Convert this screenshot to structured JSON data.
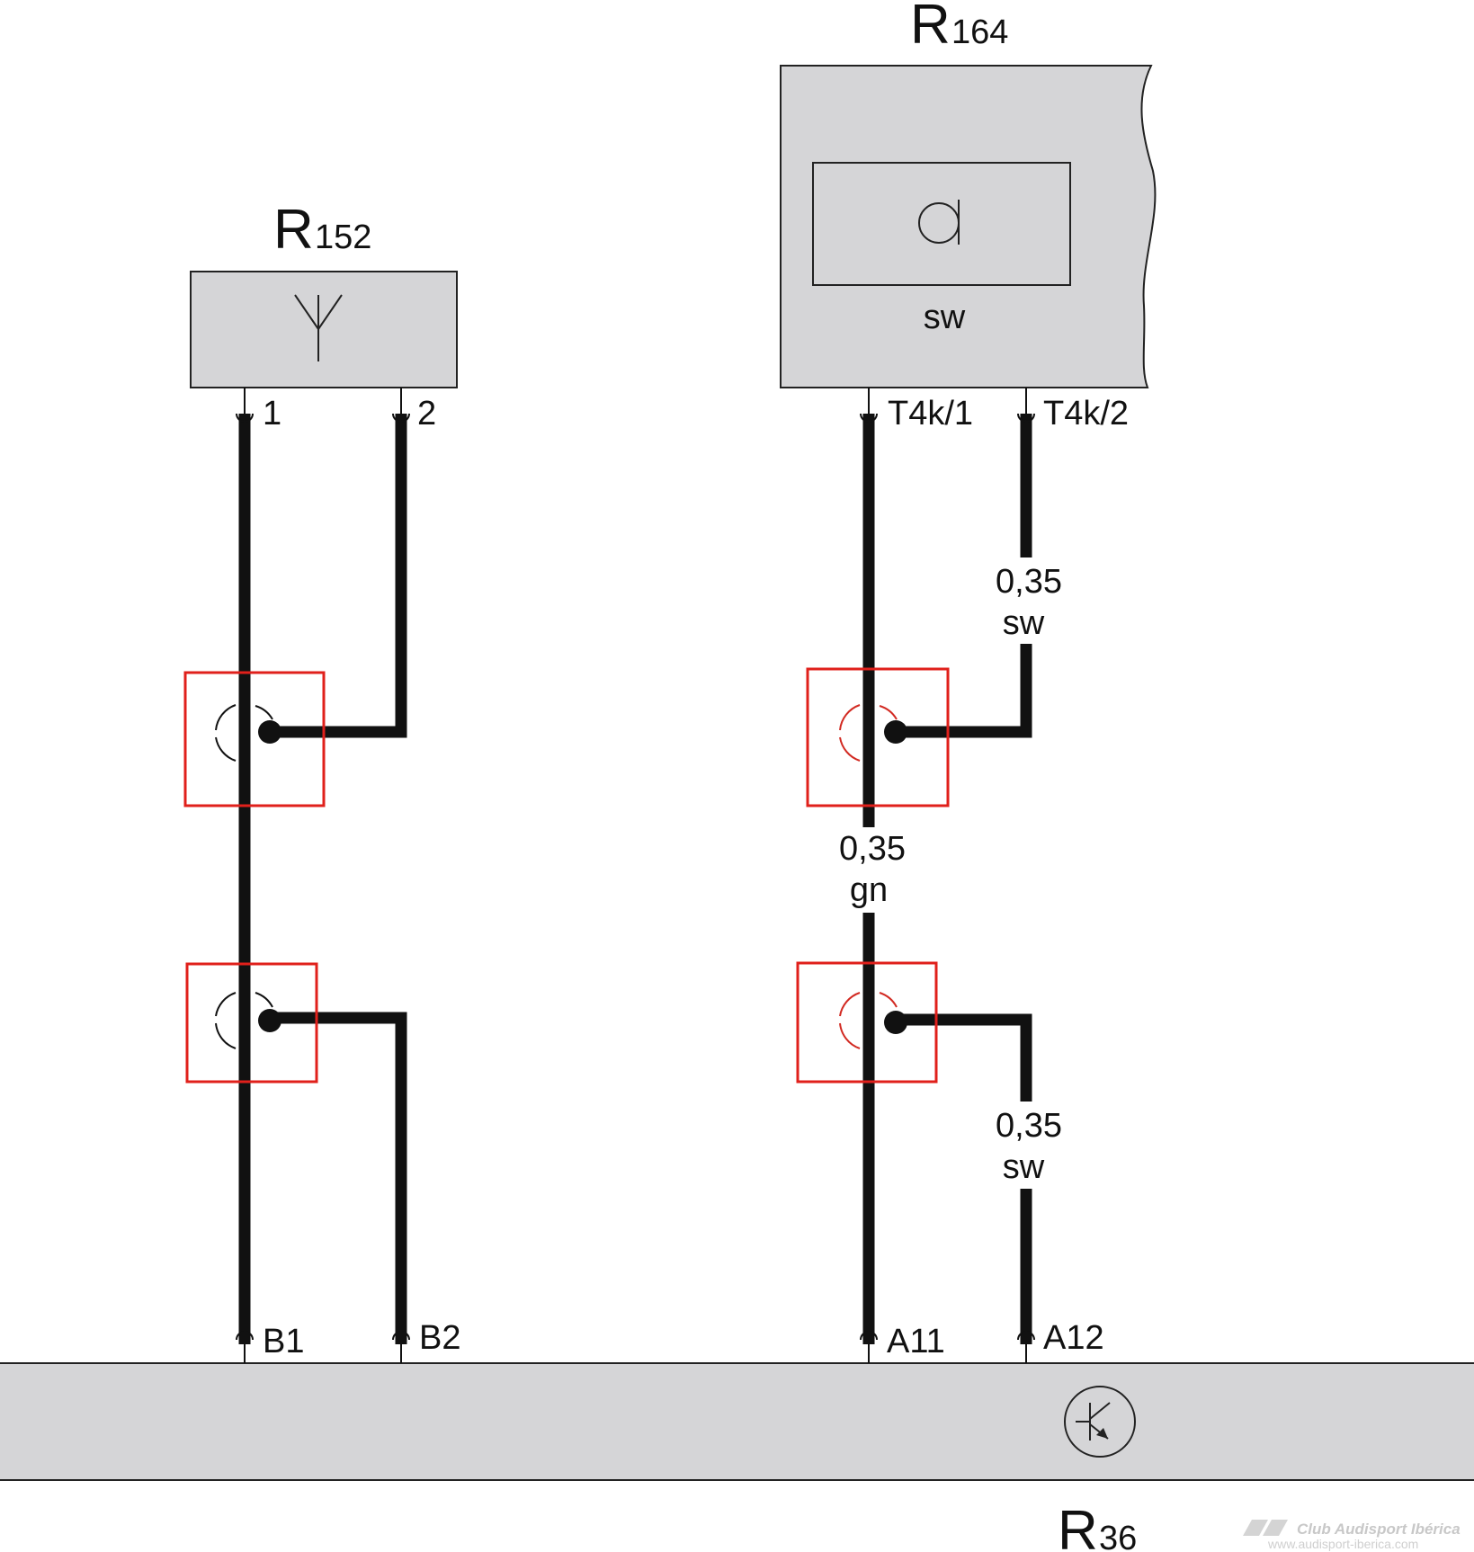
{
  "components": {
    "r152": {
      "letter": "R",
      "number": "152"
    },
    "r164": {
      "letter": "R",
      "number": "164",
      "symbol_text": "sw",
      "icon": "speaker-icon"
    },
    "r36": {
      "letter": "R",
      "number": "36",
      "icon": "transistor-icon"
    },
    "r152_icon": "antenna-icon"
  },
  "pins": {
    "r152_1": "1",
    "r152_2": "2",
    "r164_1": "T4k/1",
    "r164_2": "T4k/2",
    "b1": "B1",
    "b2": "B2",
    "a11": "A11",
    "a12": "A12"
  },
  "wires": {
    "t4k2_upper": {
      "size": "0,35",
      "color": "sw"
    },
    "t4k1_middle": {
      "size": "0,35",
      "color": "gn"
    },
    "a12_lower": {
      "size": "0,35",
      "color": "sw"
    }
  },
  "watermark": {
    "line1": "Club Audisport Ibérica",
    "line2": "www.audisport-iberica.com"
  },
  "colors": {
    "box_fill": "#d5d5d7",
    "wire": "#111111",
    "highlight": "#e0201b",
    "shield_red": "#d22a22"
  }
}
